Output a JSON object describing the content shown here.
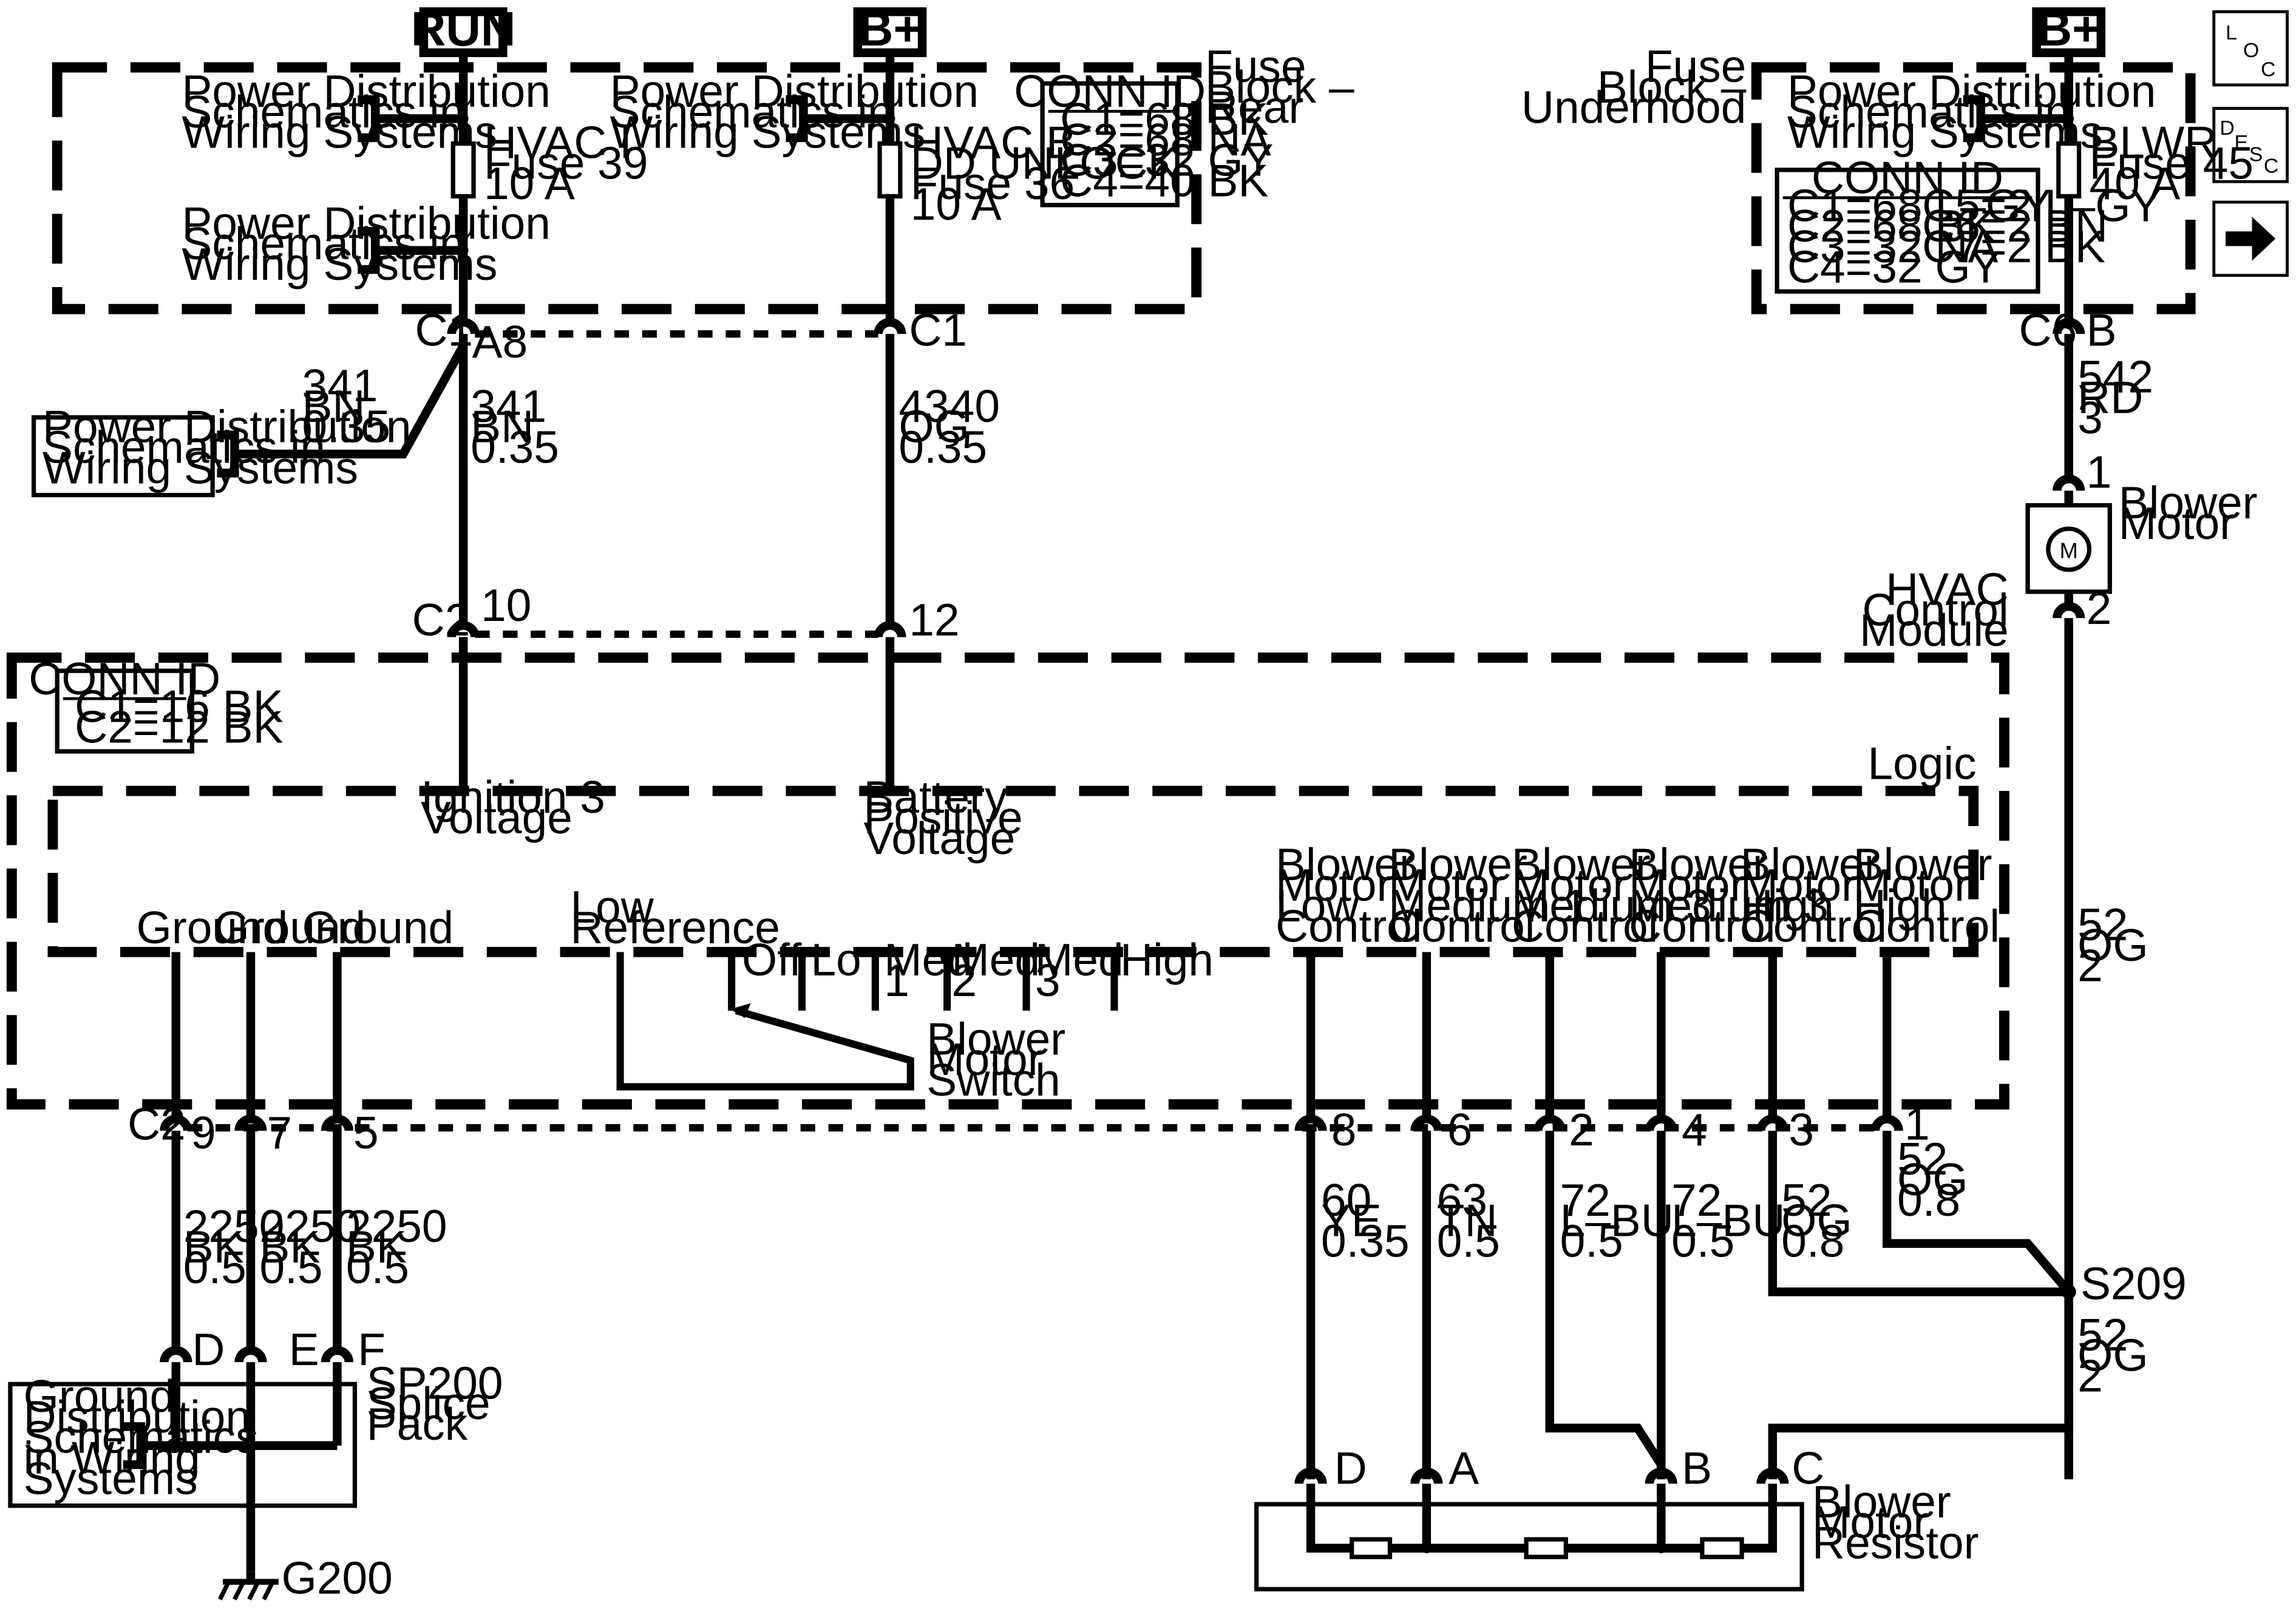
{
  "power_tags": {
    "run": "RUN",
    "bplus_1": "B+",
    "bplus_2": "B+"
  },
  "nav_buttons": {
    "loc": [
      "L",
      "O",
      "C"
    ],
    "desc": [
      "D",
      "E",
      "S",
      "C"
    ],
    "next_icon": "arrow-right-icon"
  },
  "power_distribution": "Power Distribution Schematics in Wiring Systems",
  "fuse_block_rear": {
    "label": [
      "Fuse",
      "Block –",
      "Rear"
    ],
    "fuse_hvac_i": [
      "HVAC I",
      "Fuse 39",
      "10 A"
    ],
    "fuse_hvac_b": [
      "HVAC B",
      "DD UNLOCK",
      "Fuse 36",
      "10 A"
    ],
    "conn_id": {
      "title": "CONN ID",
      "lines": [
        "C1=68 BK",
        "C2=68 NA",
        "C3=32 GY",
        "C4=40 BK"
      ]
    }
  },
  "fuse_block_underhood": {
    "label": [
      "Fuse",
      "Block –",
      "Underhood"
    ],
    "fuse_blwr": [
      "BLWR",
      "Fuse 45",
      "40 A"
    ],
    "conn_id": {
      "title": "CONN ID",
      "left": [
        "C1=68 L–GY",
        "C2=68  BK",
        "C3=32 NA",
        "C4=32 GY"
      ],
      "right": [
        "C5=2 L–GY",
        "C6=2 BN",
        "C7=2 BK"
      ]
    }
  },
  "wires": {
    "w341_left": [
      "341",
      "BN",
      "0.35"
    ],
    "w341": [
      "341",
      "BN",
      "0.35"
    ],
    "w4340": [
      "4340",
      "OG",
      "0.35"
    ],
    "w542": [
      "542",
      "RD",
      "3"
    ],
    "w52_top": [
      "52",
      "OG",
      "2"
    ],
    "w52_bottom": [
      "52",
      "OG",
      "2"
    ],
    "w2250": [
      "2250",
      "BK",
      "0.5"
    ],
    "w60": [
      "60",
      "YE",
      "0.35"
    ],
    "w63": [
      "63",
      "TN",
      "0.5"
    ],
    "w72": [
      "72",
      "L–BU",
      "0.5"
    ],
    "w52_08": [
      "52",
      "OG",
      "0.8"
    ]
  },
  "connectors": {
    "c1": "C1",
    "c2": "C2",
    "c6": "C6",
    "a8": "A8",
    "b": "B",
    "p10": "10",
    "p12": "12",
    "p1": "1",
    "p2": "2",
    "c2_pins": [
      "9",
      "7",
      "5",
      "8",
      "6",
      "2",
      "4",
      "3",
      "1"
    ],
    "splice_pins": [
      "D",
      "E",
      "F"
    ],
    "resistor_pins": [
      "D",
      "A",
      "B",
      "C"
    ]
  },
  "blower_motor": {
    "label": [
      "Blower",
      "Motor"
    ],
    "symbol": "M"
  },
  "hvac_module": {
    "label": [
      "HVAC",
      "Control",
      "Module"
    ],
    "logic": "Logic",
    "conn_id": {
      "title": "CONN ID",
      "lines": [
        "C1=16 BK",
        "C2=12 BK"
      ]
    },
    "ignition": [
      "Ignition 3",
      "Voltage"
    ],
    "battery": [
      "Battery",
      "Positive",
      "Voltage"
    ],
    "ground": "Ground",
    "low_reference": [
      "Low",
      "Reference"
    ],
    "switch_positions": [
      "Off",
      "Lo",
      "Med\n1",
      "Med\n2",
      "Med\n3",
      "High"
    ],
    "switch_label": [
      "Blower",
      "Motor",
      "Switch"
    ],
    "controls": [
      [
        "Blower",
        "Motor",
        "Low",
        "Control"
      ],
      [
        "Blower",
        "Motor",
        "Medium 1",
        "Control"
      ],
      [
        "Blower",
        "Motor",
        "Medium 3",
        "Control"
      ],
      [
        "Blower",
        "Motor",
        "Medium 3",
        "Control"
      ],
      [
        "Blower",
        "Motor",
        "High",
        "Control"
      ],
      [
        "Blower",
        "Motor",
        "High",
        "Control"
      ]
    ]
  },
  "splice_s209": "S209",
  "splice_pack": {
    "label": [
      "SP200",
      "Splice",
      "Pack"
    ],
    "ground_dist": [
      "Ground",
      "Distribution",
      "Schematics",
      "in Wiring",
      "Systems"
    ]
  },
  "ground_g200": "G200",
  "resistor": {
    "label": [
      "Blower",
      "Motor",
      "Resistor"
    ]
  }
}
